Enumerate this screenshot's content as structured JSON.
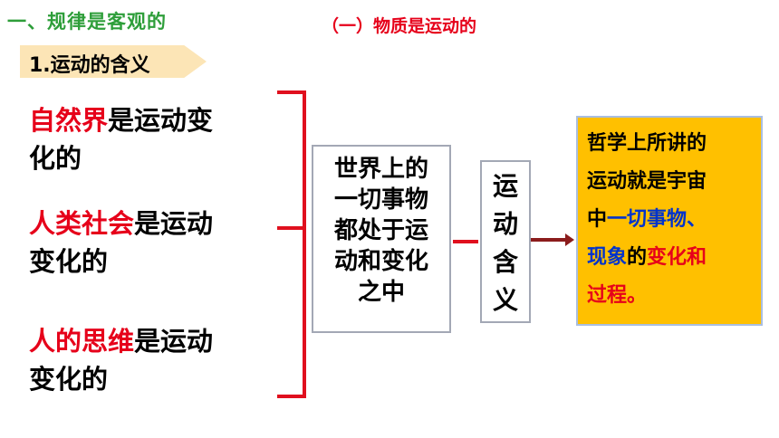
{
  "header": {
    "section_title": "一、规律是客观的",
    "subsection_title": "（一）物质是运动的",
    "tag_label": "1.运动的含义"
  },
  "left_items": [
    {
      "highlight": "自然界",
      "rest_line1": "是运动变",
      "rest_line2": "化的"
    },
    {
      "highlight": "人类社会",
      "rest_line1": "是运动",
      "rest_line2": "变化的"
    },
    {
      "highlight": "人的思维",
      "rest_line1": "是运动",
      "rest_line2": "变化的"
    }
  ],
  "middle_box": {
    "lines": [
      "世界上的",
      "一切事物",
      "都处于运",
      "动和变化",
      "之中"
    ]
  },
  "concept_box": {
    "text": "运动含义"
  },
  "definition_box": {
    "line1": "哲学上所讲的",
    "line2": "运动就是宇宙",
    "line3_plain": "中",
    "line3_blue": "一切事物、",
    "line4_blue": "现象",
    "line4_plain": "的",
    "line4_red": "变化和",
    "line5_red": "过程。"
  },
  "colors": {
    "green": "#2e9e3a",
    "red": "#e6001a",
    "tag_bg": "#fce5b6",
    "yellow": "#ffc000",
    "blue": "#0033cc",
    "arrow": "#8b1c1c"
  }
}
